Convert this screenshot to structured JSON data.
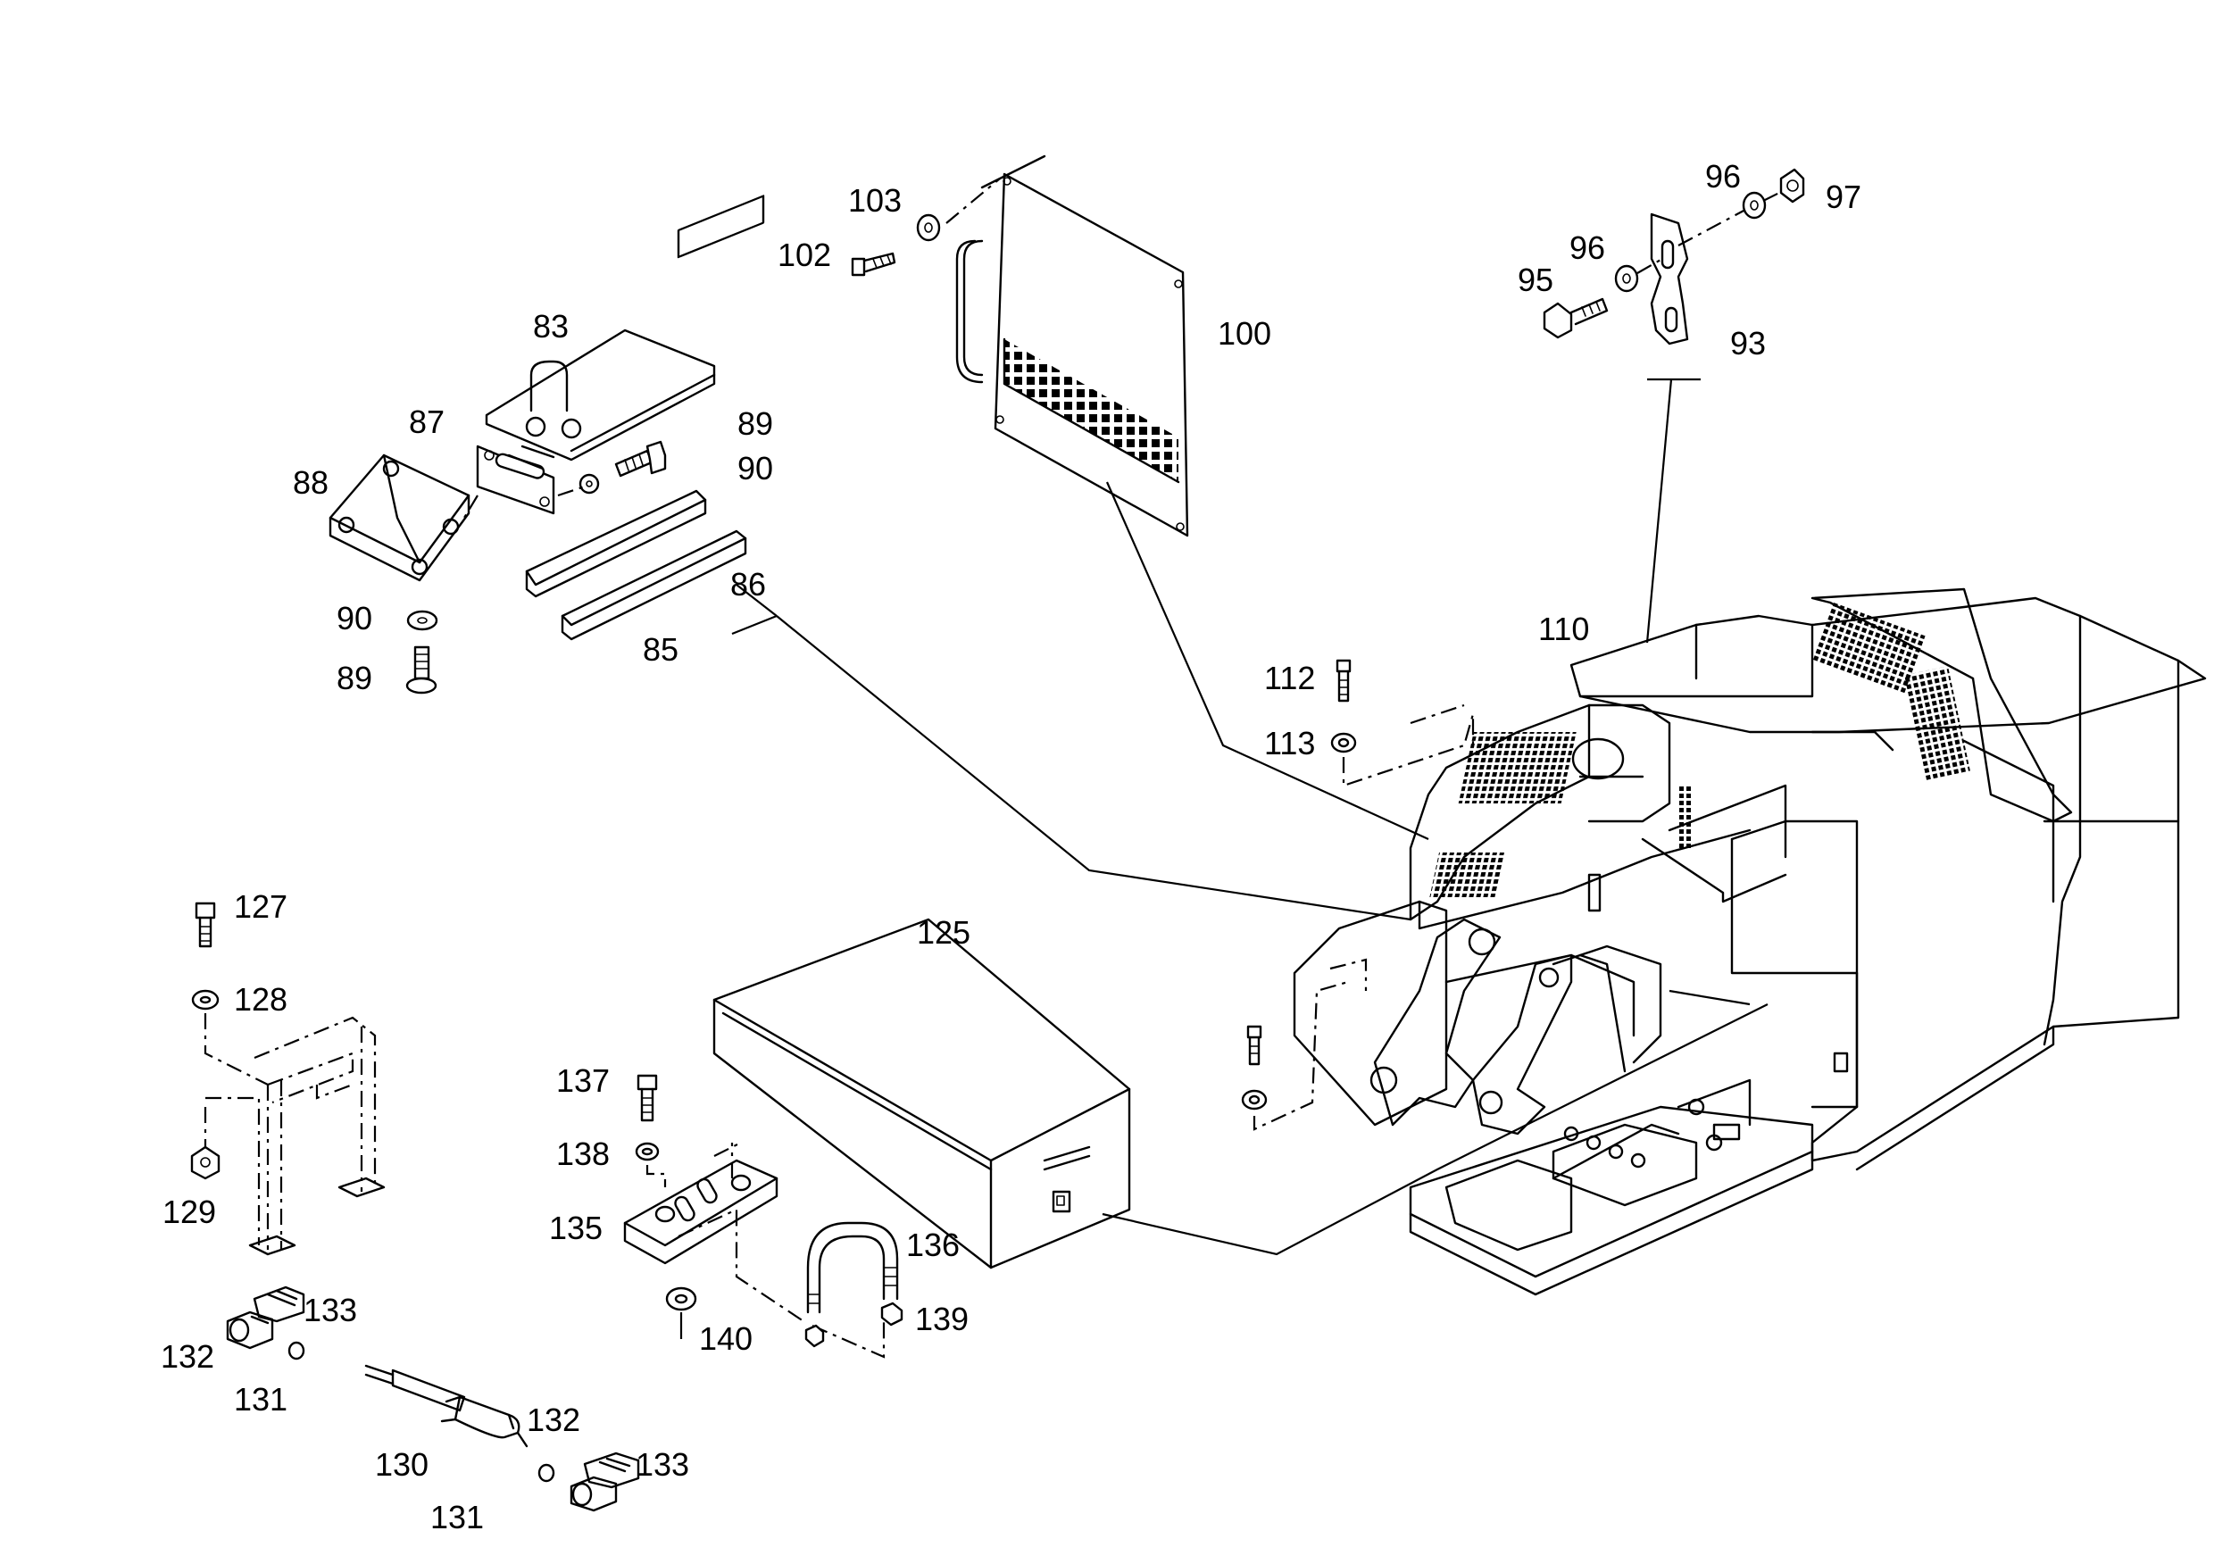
{
  "callouts": {
    "c83": "83",
    "c85": "85",
    "c86": "86",
    "c87": "87",
    "c88": "88",
    "c89a": "89",
    "c89b": "89",
    "c90a": "90",
    "c90b": "90",
    "c93": "93",
    "c95": "95",
    "c96a": "96",
    "c96b": "96",
    "c97": "97",
    "c100": "100",
    "c102": "102",
    "c103": "103",
    "c110": "110",
    "c112": "112",
    "c113": "113",
    "c125": "125",
    "c127": "127",
    "c128": "128",
    "c129": "129",
    "c130": "130",
    "c131a": "131",
    "c131b": "131",
    "c132a": "132",
    "c132b": "132",
    "c133a": "133",
    "c133b": "133",
    "c135": "135",
    "c136": "136",
    "c137": "137",
    "c138": "138",
    "c139": "139",
    "c140": "140"
  }
}
